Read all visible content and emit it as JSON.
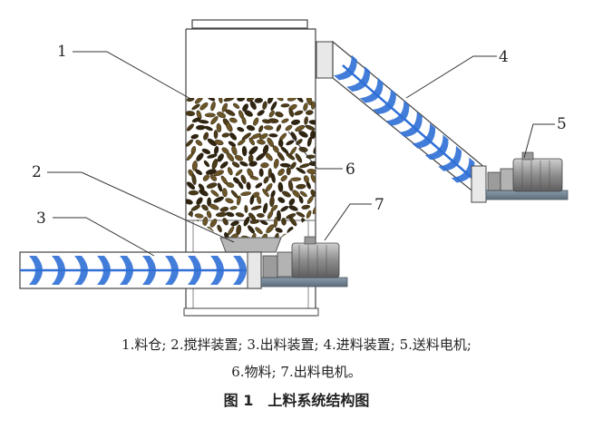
{
  "labels": {
    "n1": "1",
    "n2": "2",
    "n3": "3",
    "n4": "4",
    "n5": "5",
    "n6": "6",
    "n7": "7"
  },
  "caption": {
    "line1": "1.料仓; 2.搅拌装置; 3.出料装置; 4.进料装置; 5.送料电机;",
    "line2": "6.物料; 7.出料电机。",
    "title": "图 1　上料系统结构图"
  },
  "colors": {
    "screw_blue": "#2f6fd6",
    "material_brown": "#4a3a18",
    "frame_gray": "#8c8c8c",
    "motor_gray": "#9a9a9a",
    "base_slate": "#6f8190"
  }
}
